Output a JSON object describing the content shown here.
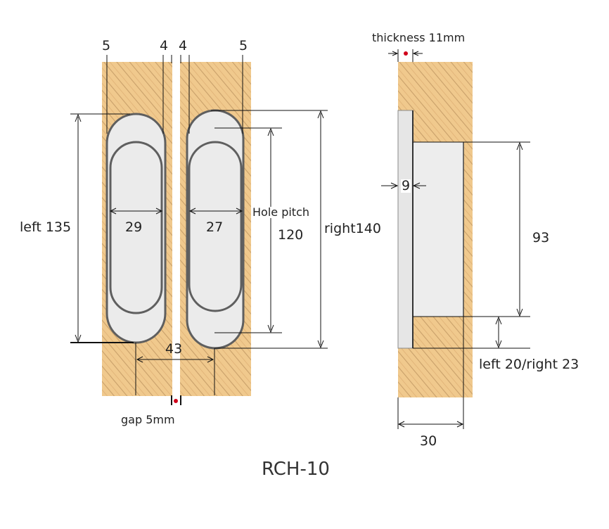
{
  "colors": {
    "wood": "#F0C98D",
    "wood_grain": "#C9A06A",
    "hinge_fill": "#EBEBEB",
    "hinge_stroke": "#5F5F5F",
    "side_plate": "#E6E6E6",
    "dimension_line": "#111111",
    "marker": "#D0021B"
  },
  "front_view": {
    "top_left_a": "5",
    "top_left_b": "4",
    "top_right_a": "4",
    "top_right_b": "5",
    "left_length": "left 135",
    "left_width": "29",
    "right_width": "27",
    "hole_pitch_label": "Hole pitch",
    "hole_pitch_value": "120",
    "right_length": "right140",
    "center_distance": "43",
    "gap_label": "gap  5mm"
  },
  "side_view": {
    "thickness_label": "thickness 11mm",
    "plate_offset": "9",
    "body_height": "93",
    "bottom_offset": "left 20/right 23",
    "depth": "30"
  },
  "model_name": "RCH-10"
}
